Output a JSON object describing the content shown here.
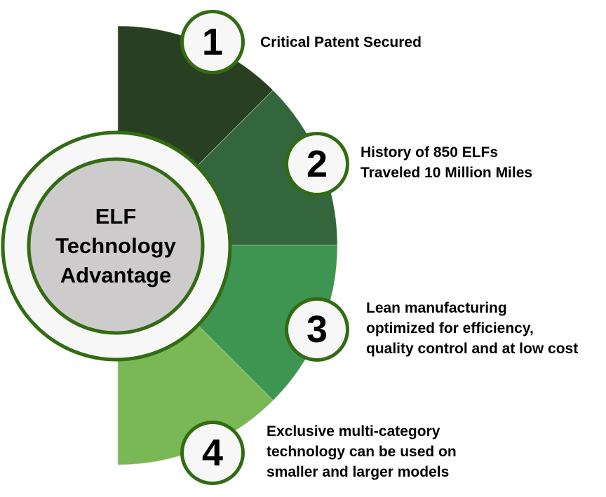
{
  "title_lines": [
    "ELF",
    "Technology",
    "Advantage"
  ],
  "items": [
    {
      "number": "1",
      "lines": [
        "Critical Patent Secured"
      ],
      "color": "#283f22"
    },
    {
      "number": "2",
      "lines": [
        "History of 850 ELFs",
        "Traveled 10 Million Miles"
      ],
      "color": "#33663c"
    },
    {
      "number": "3",
      "lines": [
        "Lean manufacturing",
        "optimized for efficiency,",
        "quality control and at low cost"
      ],
      "color": "#3e9451"
    },
    {
      "number": "4",
      "lines": [
        "Exclusive multi-category",
        "technology can be used on",
        "smaller and larger models"
      ],
      "color": "#7ab855"
    }
  ],
  "accent": "#336b12"
}
